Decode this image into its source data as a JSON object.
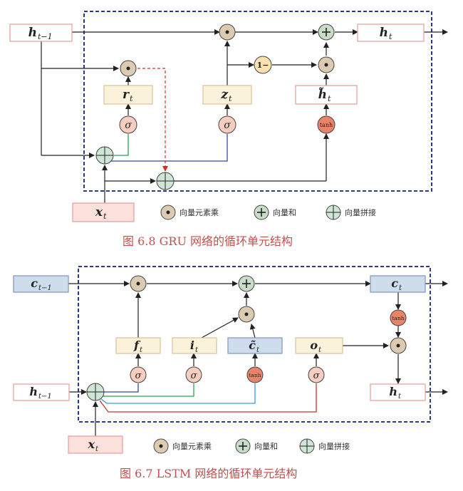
{
  "gru": {
    "caption": "图 6.8   GRU 网络的循环单元结构",
    "h_prev": "h",
    "h_prev_sub": "t−1",
    "h_out": "h",
    "h_out_sub": "t",
    "r": "r",
    "r_sub": "t",
    "z": "z",
    "z_sub": "t",
    "h_tilde": "h̃",
    "h_tilde_sub": "t",
    "x": "x",
    "x_sub": "t",
    "sigma": "σ",
    "tanh": "tanh",
    "one_minus": "1−",
    "legend": {
      "mul": "向量元素乘",
      "add": "向量和",
      "concat": "向量拼接"
    }
  },
  "lstm": {
    "caption": "图 6.7   LSTM 网络的循环单元结构",
    "c_prev": "c",
    "c_prev_sub": "t−1",
    "c_out": "c",
    "c_out_sub": "t",
    "h_prev": "h",
    "h_prev_sub": "t−1",
    "h_out": "h",
    "h_out_sub": "t",
    "f": "f",
    "f_sub": "t",
    "i": "i",
    "i_sub": "t",
    "c_tilde": "c̃",
    "c_tilde_sub": "t",
    "o": "o",
    "o_sub": "t",
    "x": "x",
    "x_sub": "t",
    "sigma": "σ",
    "tanh": "tanh",
    "legend": {
      "mul": "向量元素乘",
      "add": "向量和",
      "concat": "向量拼接"
    }
  },
  "colors": {
    "dash_border": "#2b3a8f",
    "mul_node": "#dccbb0",
    "add_node": "#c9dcc7",
    "concat_node": "#cfe6d6",
    "sigma_node": "#f6cdbf",
    "tanh_node": "#e8846a",
    "one_minus_node": "#fbe1b0",
    "red_box": "#e6a3a0",
    "blue_box": "#cfdcec",
    "yellow_box": "#fbf2dc",
    "caption": "#c0504d"
  }
}
